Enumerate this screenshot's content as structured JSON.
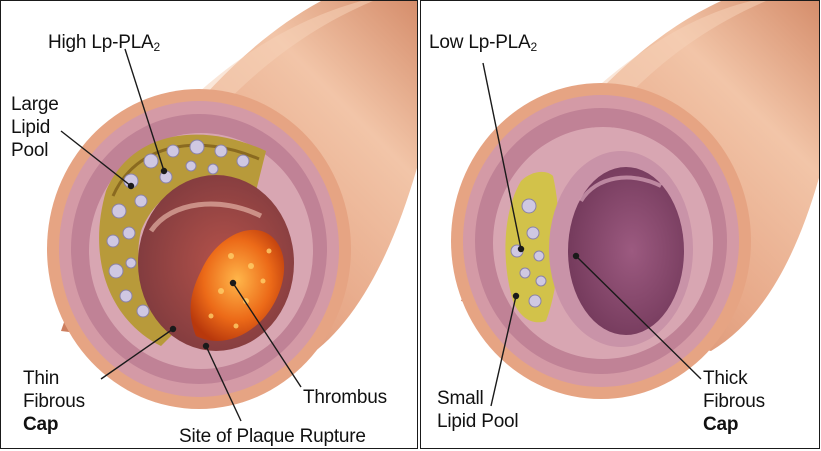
{
  "left_panel": {
    "labels": {
      "high_lp_pla2": {
        "text": "High Lp-PLA",
        "subscript": "2"
      },
      "large_lipid_pool": [
        "Large",
        "Lipid",
        "Pool"
      ],
      "thin_fibrous_cap": [
        "Thin",
        "Fibrous",
        "Cap"
      ],
      "thrombus": "Thrombus",
      "site_of_plaque_rupture": "Site of Plaque Rupture"
    }
  },
  "right_panel": {
    "labels": {
      "low_lp_pla2": {
        "text": "Low Lp-PLA",
        "subscript": "2"
      },
      "small_lipid_pool": [
        "Small",
        "Lipid Pool"
      ],
      "thick_fibrous_cap": [
        "Thick",
        "Fibrous",
        "Cap"
      ]
    }
  },
  "colors": {
    "vessel_outer": "#d9906c",
    "vessel_highlight": "#f0c2a6",
    "wall_pink": "#c98a9c",
    "lumen": "#8a4a66",
    "lipid_yellow": "#c8b43c",
    "lipid_cell": "#c9c3df",
    "thrombus_orange": "#e4661a",
    "leader_line": "#1a1a1a"
  }
}
